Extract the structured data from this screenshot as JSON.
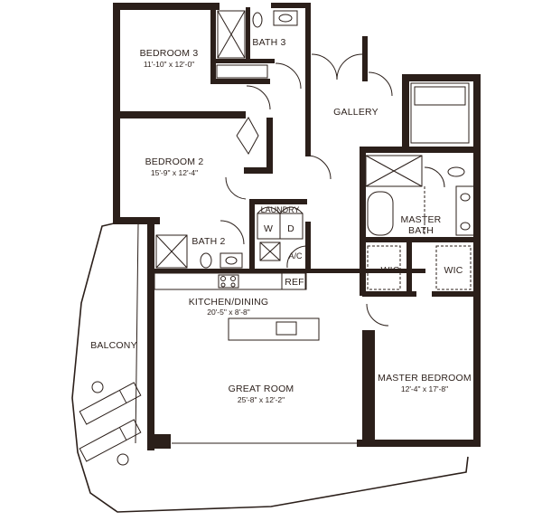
{
  "rooms": {
    "bedroom3": {
      "name": "BEDROOM 3",
      "dims": "11'-10\" x 12'-0\""
    },
    "bath3": {
      "name": "BATH 3"
    },
    "gallery": {
      "name": "GALLERY"
    },
    "bedroom2": {
      "name": "BEDROOM 2",
      "dims": "15'-9\" x 12'-4\""
    },
    "laundry": {
      "name": "LAUNDRY",
      "washer": "W",
      "dryer": "D"
    },
    "bath2": {
      "name": "BATH 2"
    },
    "ac": {
      "name": "A/C"
    },
    "master_bath": {
      "name_line1": "MASTER",
      "name_line2": "BATH"
    },
    "wic_left": {
      "name": "WIC"
    },
    "wic_right": {
      "name": "WIC"
    },
    "ref": {
      "name": "REF"
    },
    "kitchen": {
      "name": "KITCHEN/DINING",
      "dims": "20'-5\" x 8'-8\""
    },
    "balcony": {
      "name": "BALCONY"
    },
    "great_room": {
      "name": "GREAT ROOM",
      "dims": "25'-8\" x 12'-2\""
    },
    "master_bedroom": {
      "name": "MASTER BEDROOM",
      "dims": "12'-4\" x 17'-8\""
    }
  },
  "colors": {
    "wall": "#2b1f1a",
    "background": "#ffffff"
  }
}
